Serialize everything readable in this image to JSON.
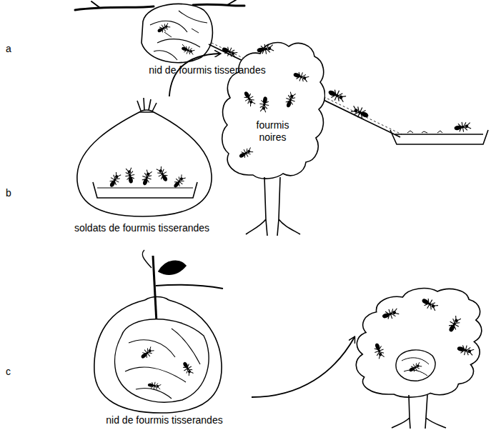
{
  "diagram": {
    "nodes": [
      {
        "text": [
          "soldats de fourmis tisserandes"
        ]
      },
      {
        "text": [
          "fourmis noires"
        ]
      }
    ],
    "edges": [
      {
        "from": 0,
        "to": 1,
        "arrow": "to"
      }
    ],
    "labels": [
      "a",
      "nid de fourmis tisserandes",
      "b",
      "c",
      "nid de fourmis tisserandes"
    ]
  }
}
